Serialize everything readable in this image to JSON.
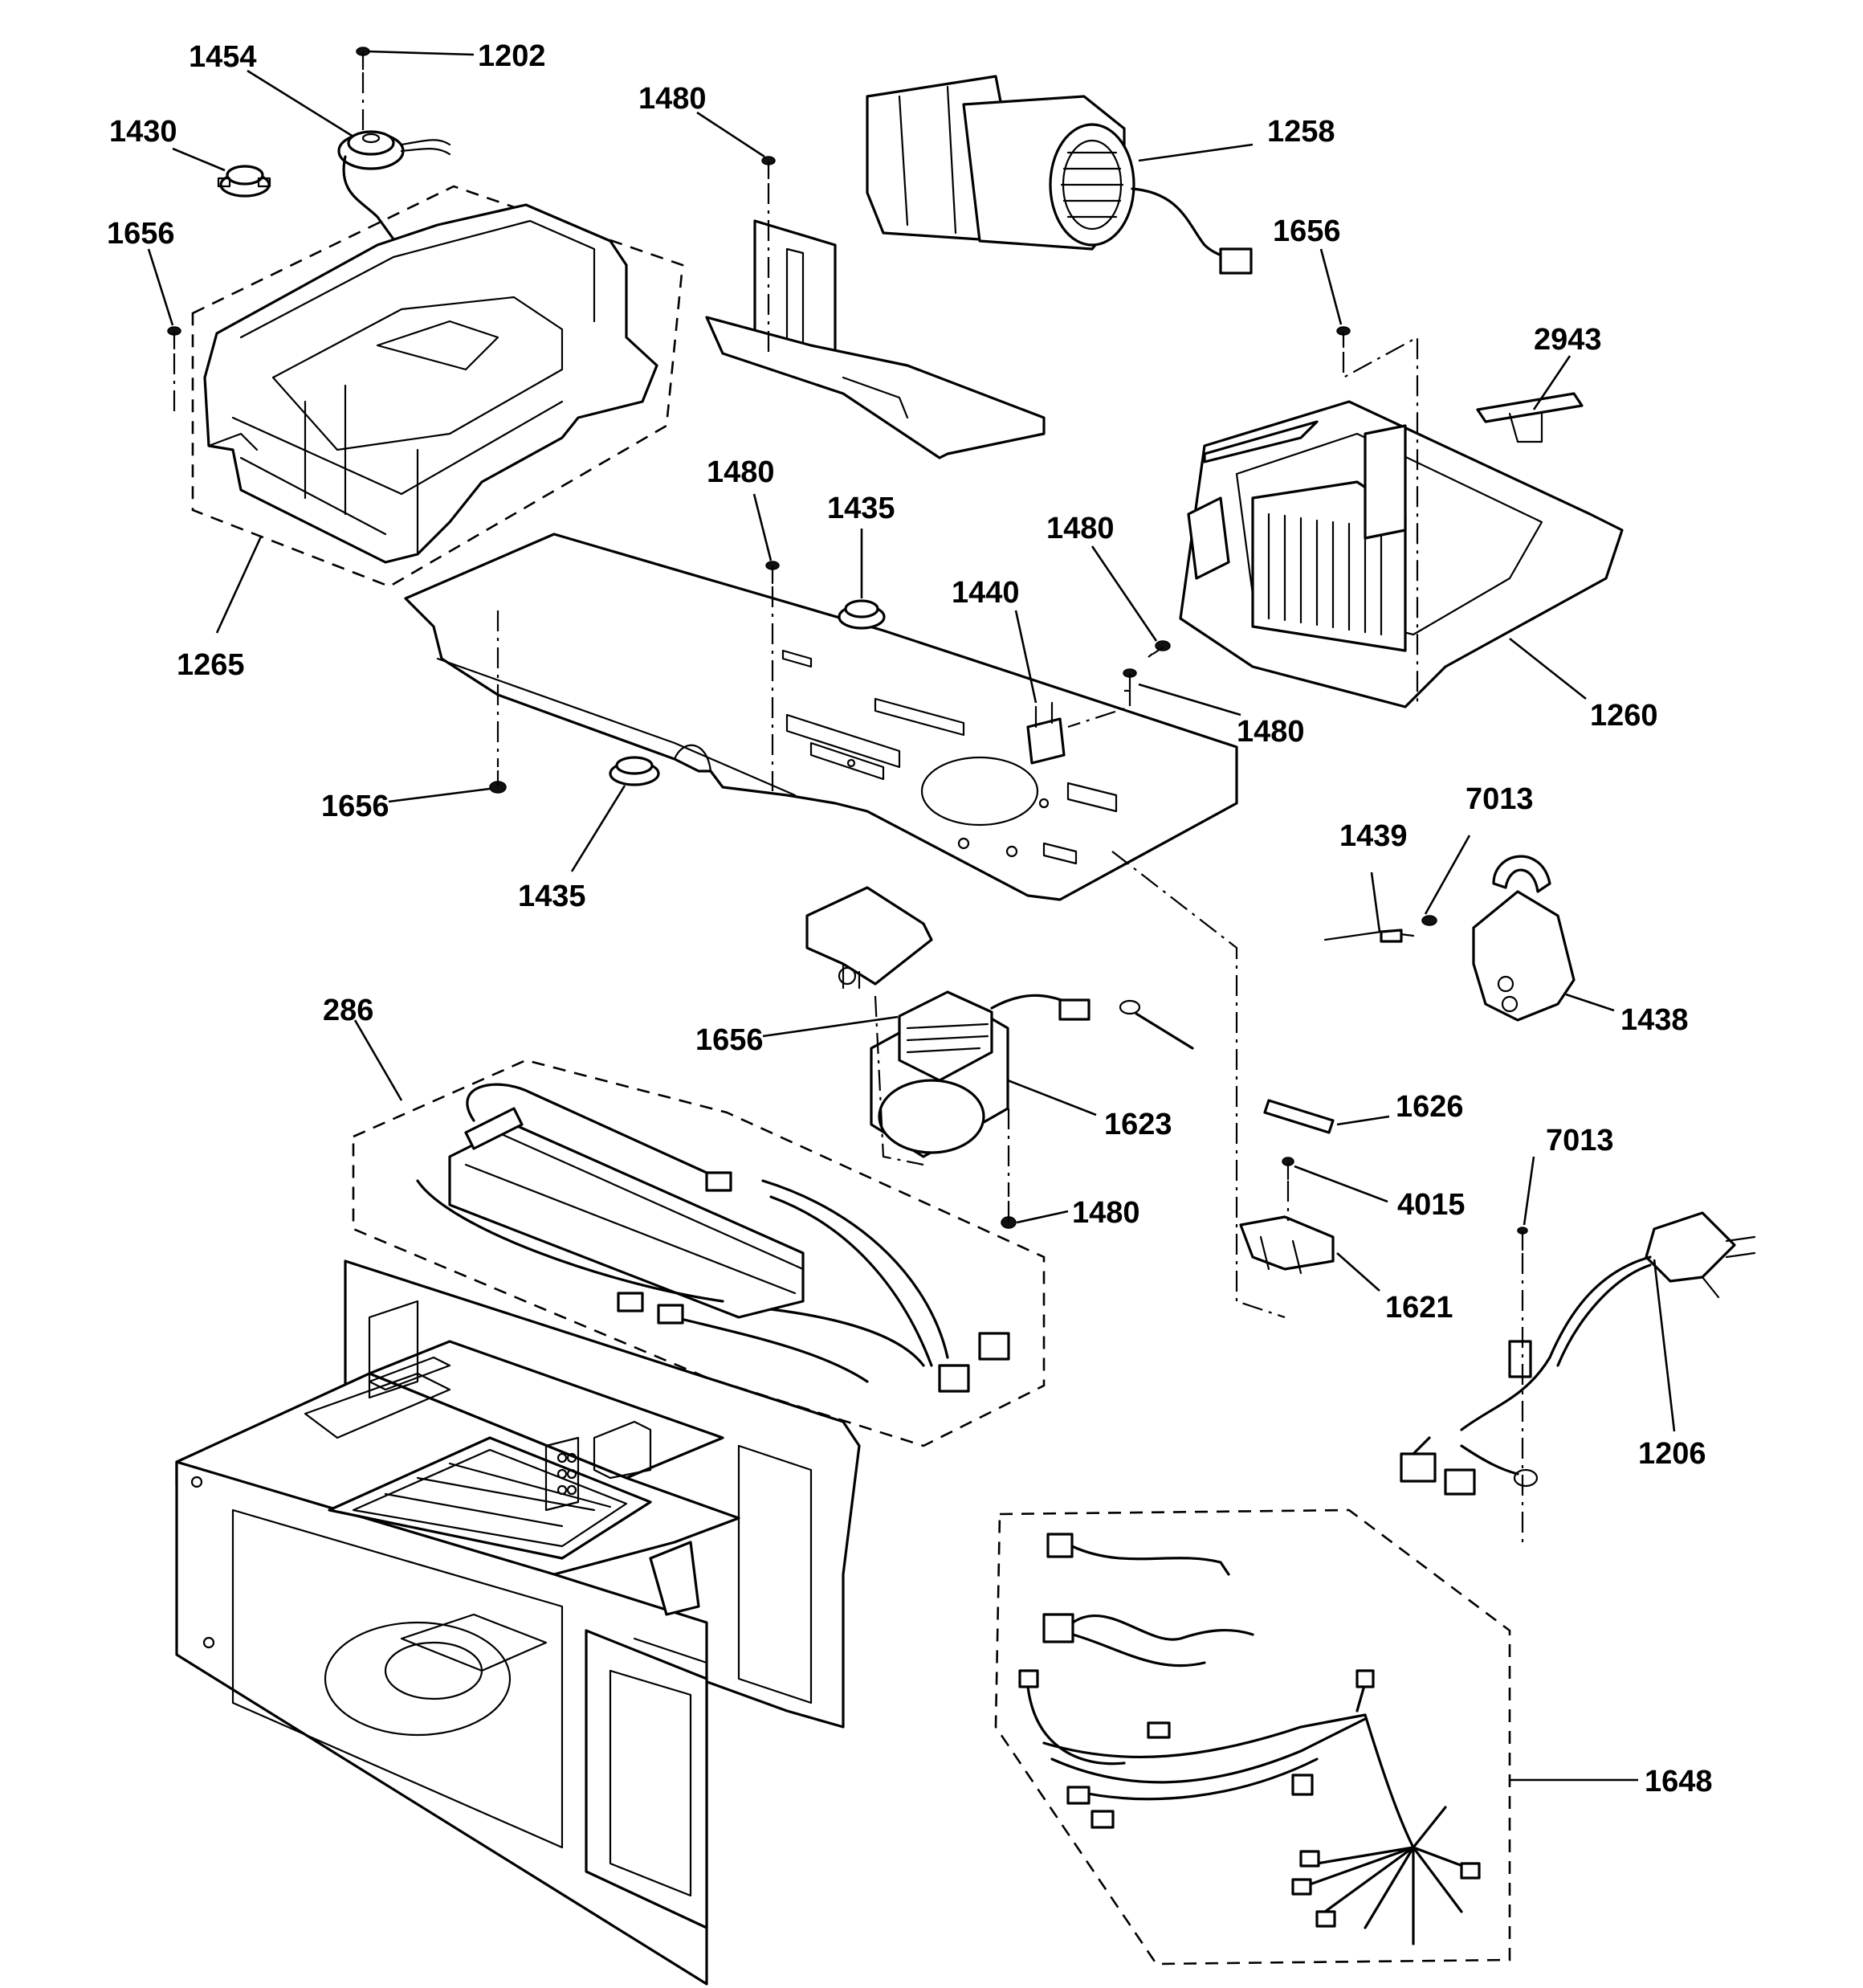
{
  "callouts": [
    {
      "text": "1454"
    },
    {
      "text": "1202"
    },
    {
      "text": "1430"
    },
    {
      "text": "1656"
    },
    {
      "text": "1265"
    },
    {
      "text": "1480"
    },
    {
      "text": "1258"
    },
    {
      "text": "1656"
    },
    {
      "text": "2943"
    },
    {
      "text": "1480"
    },
    {
      "text": "1435"
    },
    {
      "text": "1480"
    },
    {
      "text": "1440"
    },
    {
      "text": "1480"
    },
    {
      "text": "1260"
    },
    {
      "text": "1656"
    },
    {
      "text": "1435"
    },
    {
      "text": "7013"
    },
    {
      "text": "1439"
    },
    {
      "text": "1438"
    },
    {
      "text": "286"
    },
    {
      "text": "1656"
    },
    {
      "text": "1623"
    },
    {
      "text": "1626"
    },
    {
      "text": "7013"
    },
    {
      "text": "4015"
    },
    {
      "text": "1480"
    },
    {
      "text": "1621"
    },
    {
      "text": "1206"
    },
    {
      "text": "1648"
    }
  ]
}
